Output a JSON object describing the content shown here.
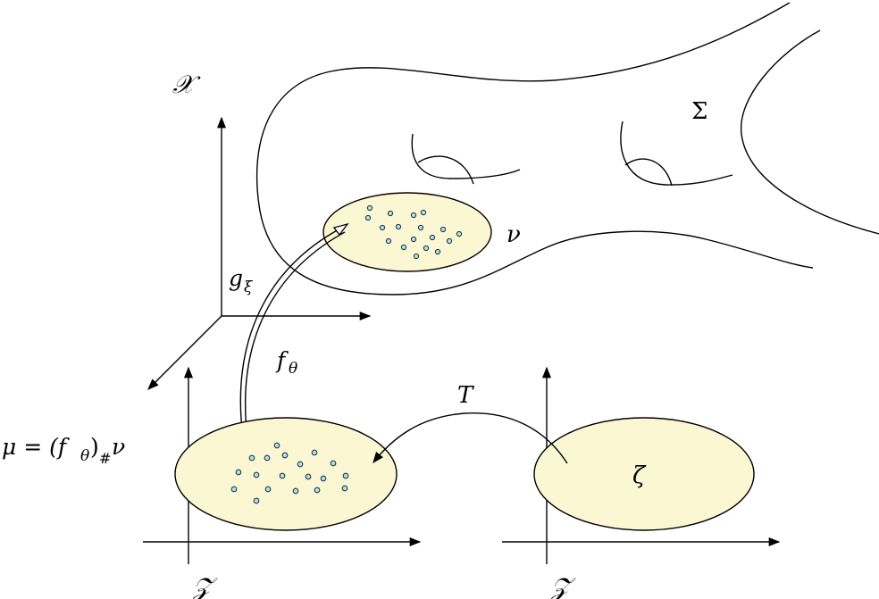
{
  "labels": {
    "x_space": "𝒳",
    "sigma": "Σ",
    "nu": "ν",
    "g_xi": "g",
    "g_xi_sub": "ξ",
    "f_theta": "f",
    "f_theta_sub": "θ",
    "T": "T",
    "mu_eq": "μ = (f",
    "mu_theta_sub": "θ",
    "mu_close": ")",
    "mu_hash_sub": "#",
    "mu_nu": "ν",
    "zeta": "ζ",
    "z_space_left": "𝒵",
    "z_space_right": "𝒵"
  },
  "colors": {
    "oval_fill": "#fbf7d3",
    "dot_fill": "#b8dfe6",
    "line": "#000000"
  }
}
